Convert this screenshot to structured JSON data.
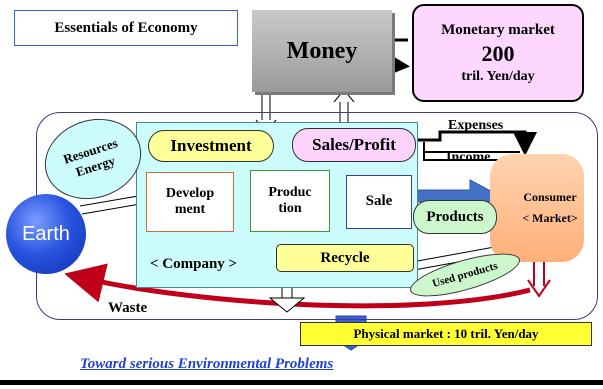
{
  "title": "Essentials of Economy",
  "money": "Money",
  "monetary_market": {
    "line1": "Monetary market",
    "value": "200",
    "unit": "tril. Yen/day"
  },
  "resources": {
    "line1": "Resources",
    "line2": "Energy"
  },
  "earth": "Earth",
  "investment": "Investment",
  "sales_profit": "Sales/Profit",
  "expenses": "Expenses",
  "income": "Income",
  "development": {
    "line1": "Develop",
    "line2": "ment"
  },
  "production": {
    "line1": "Produc",
    "line2": "tion"
  },
  "sale": "Sale",
  "products": "Products",
  "consumer": {
    "line1": "Consumer",
    "line2": "< Market>"
  },
  "company": "< Company >",
  "recycle": "Recycle",
  "used_products": "Used products",
  "waste": "Waste",
  "physical_market": "Physical market : 10 tril. Yen/day",
  "toward": "Toward serious Environmental Problems",
  "colors": {
    "company_bg": "#ccfcfb",
    "monetary_bg": "#fdd7fd",
    "consumer_bg": "#ffb07a",
    "earth": "#2a55e0",
    "waste_arrow": "#c0001a",
    "physical_bg": "#ffff33",
    "toward_text": "#1f3fd0"
  }
}
